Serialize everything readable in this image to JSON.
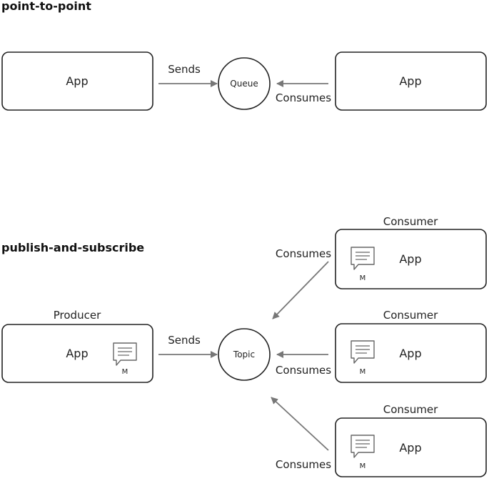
{
  "sections": {
    "p2p": {
      "title": "point-to-point",
      "left_app": "App",
      "right_app": "App",
      "hub": "Queue",
      "sends": "Sends",
      "consumes": "Consumes"
    },
    "pubsub": {
      "title": "publish-and-subscribe",
      "producer_caption": "Producer",
      "producer_app": "App",
      "producer_msg": "M",
      "hub": "Topic",
      "sends": "Sends",
      "consumers": [
        {
          "caption": "Consumer",
          "app": "App",
          "msg": "M",
          "edge": "Consumes"
        },
        {
          "caption": "Consumer",
          "app": "App",
          "msg": "M",
          "edge": "Consumes"
        },
        {
          "caption": "Consumer",
          "app": "App",
          "msg": "M",
          "edge": "Consumes"
        }
      ]
    }
  },
  "colors": {
    "stroke": "#222222",
    "arrow": "#777777",
    "text": "#222222"
  },
  "icons": [
    "message-icon"
  ]
}
